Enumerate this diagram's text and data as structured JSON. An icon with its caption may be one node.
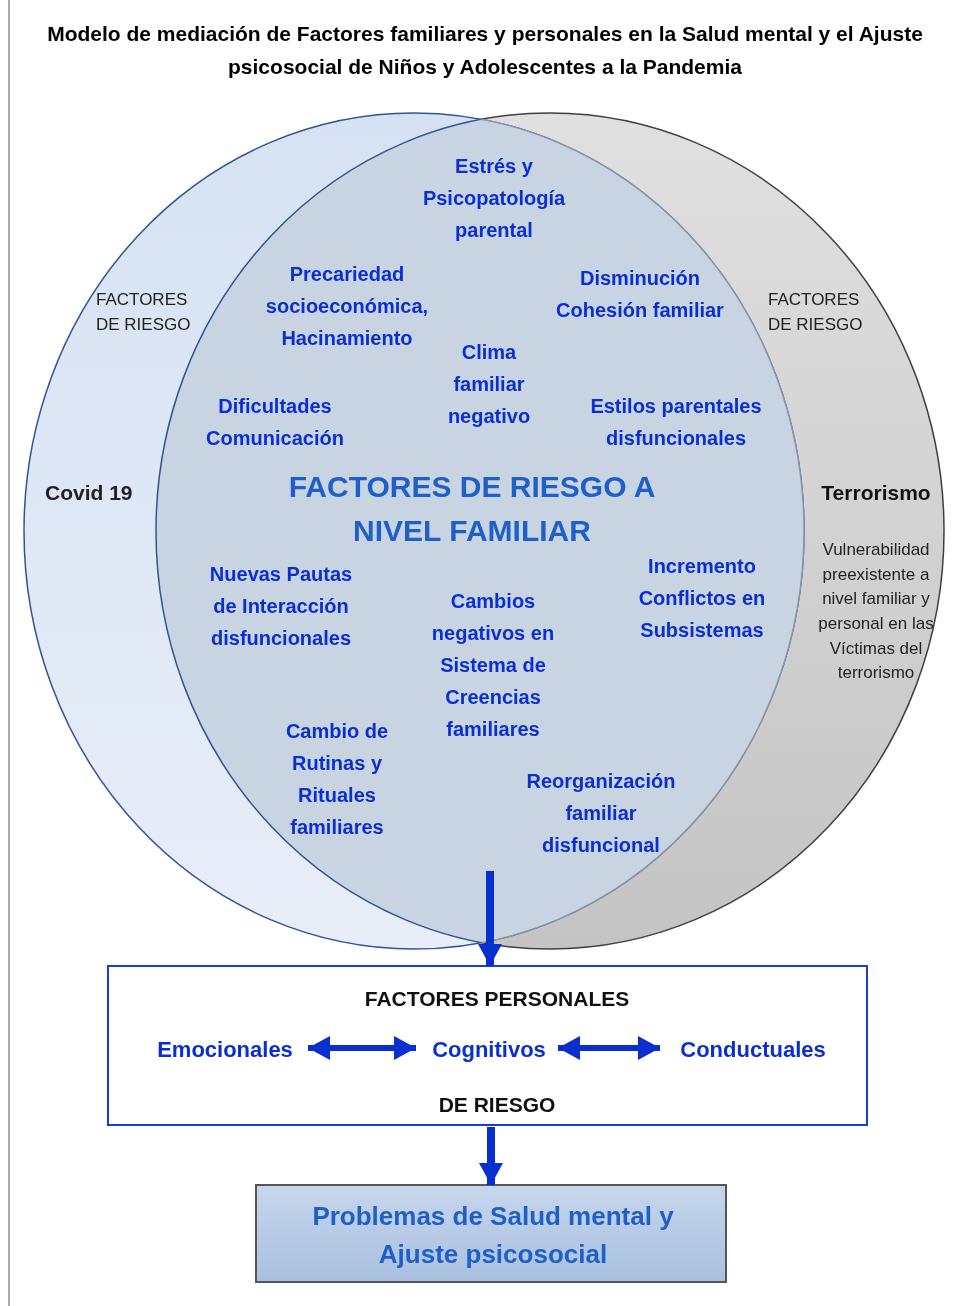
{
  "diagram": {
    "title": "Modelo de mediación de Factores familiares y personales en la Salud mental y el Ajuste psicosocial de Niños y Adolescentes a la Pandemia",
    "nodes": [
      {
        "text": [
          "FACTORES DE RIESGO",
          "Covid 19"
        ]
      },
      {
        "text": [
          "FACTORES DE RIESGO",
          "Terrorismo",
          "Vulnerabilidad preexistente a nivel familiar y personal en las Víctimas del terrorismo"
        ]
      },
      {
        "text": [
          "FACTORES DE RIESGO A NIVEL FAMILIAR"
        ]
      },
      {
        "text": [
          "FACTORES PERSONALES",
          "DE RIESGO"
        ]
      },
      {
        "text": [
          "Emocionales"
        ],
        "in": 3
      },
      {
        "text": [
          "Cognitivos"
        ],
        "in": 3
      },
      {
        "text": [
          "Conductuales"
        ],
        "in": 3
      },
      {
        "text": [
          "Problemas de Salud mental y Ajuste psicosocial"
        ]
      }
    ],
    "edges": [
      {
        "from": 2,
        "to": 3,
        "arrow": "to"
      },
      {
        "from": 4,
        "to": 5,
        "arrow": "both"
      },
      {
        "from": 5,
        "to": 6,
        "arrow": "both"
      },
      {
        "from": 3,
        "to": 7,
        "arrow": "to"
      }
    ],
    "labels": [
      "Estrés y Psicopatología parental",
      "Precariedad socioeconómica, Hacinamiento",
      "Disminución Cohesión familiar",
      "Clima familiar negativo",
      "Dificultades Comunicación",
      "Estilos parentales disfuncionales",
      "Nuevas Pautas de Interacción disfuncionales",
      "Incremento Conflictos en Subsistemas",
      "Cambios negativos en Sistema de Creencias familiares",
      "Cambio de Rutinas y Rituales familiares",
      "Reorganización familiar disfuncional"
    ]
  }
}
